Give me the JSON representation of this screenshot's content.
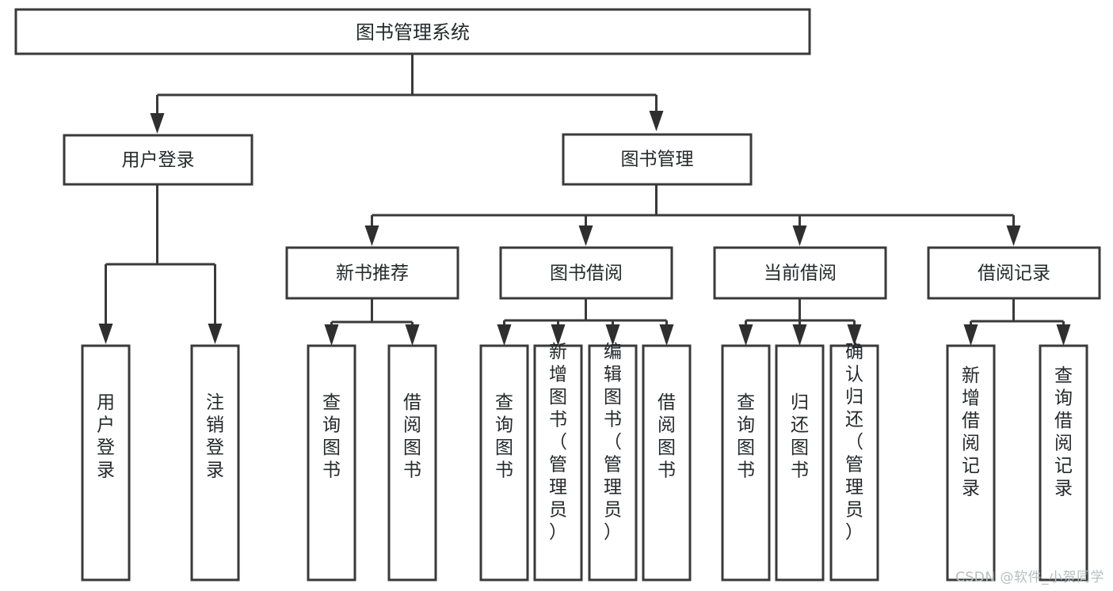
{
  "diagram": {
    "type": "tree-hierarchy",
    "title": "图书管理系统",
    "orientation": "top-down",
    "colors": {
      "box_stroke": "#3a3a3a",
      "box_fill": "#ffffff",
      "connector": "#3a3a3a",
      "text": "#26282b",
      "watermark": "#b9bcc0",
      "background": "#ffffff"
    },
    "root": {
      "label": "图书管理系统"
    },
    "level2": [
      {
        "id": "user-login",
        "label": "用户登录"
      },
      {
        "id": "book-manage",
        "label": "图书管理"
      }
    ],
    "level3": [
      {
        "id": "new-book-recommend",
        "label": "新书推荐",
        "parent": "book-manage"
      },
      {
        "id": "book-borrow",
        "label": "图书借阅",
        "parent": "book-manage"
      },
      {
        "id": "current-borrow",
        "label": "当前借阅",
        "parent": "book-manage"
      },
      {
        "id": "borrow-record",
        "label": "借阅记录",
        "parent": "book-manage"
      }
    ],
    "leaves": {
      "user-login": [
        {
          "id": "leaf-user-login",
          "label": "用户登录"
        },
        {
          "id": "leaf-logout-login",
          "label": "注销登录"
        }
      ],
      "new-book-recommend": [
        {
          "id": "leaf-query-book-1",
          "label": "查询图书"
        },
        {
          "id": "leaf-borrow-book-1",
          "label": "借阅图书"
        }
      ],
      "book-borrow": [
        {
          "id": "leaf-query-book-2",
          "label": "查询图书"
        },
        {
          "id": "leaf-add-book-admin",
          "label": "新增图书（管理员）"
        },
        {
          "id": "leaf-edit-book-admin",
          "label": "编辑图书（管理员）"
        },
        {
          "id": "leaf-borrow-book-2",
          "label": "借阅图书"
        }
      ],
      "current-borrow": [
        {
          "id": "leaf-query-book-3",
          "label": "查询图书"
        },
        {
          "id": "leaf-return-book",
          "label": "归还图书"
        },
        {
          "id": "leaf-confirm-return-admin",
          "label": "确认归还（管理员）"
        }
      ],
      "borrow-record": [
        {
          "id": "leaf-add-borrow-record",
          "label": "新增借阅记录"
        },
        {
          "id": "leaf-query-borrow-record",
          "label": "查询借阅记录"
        }
      ]
    }
  },
  "watermark": {
    "text": "CSDN @软件_小贺同学"
  }
}
